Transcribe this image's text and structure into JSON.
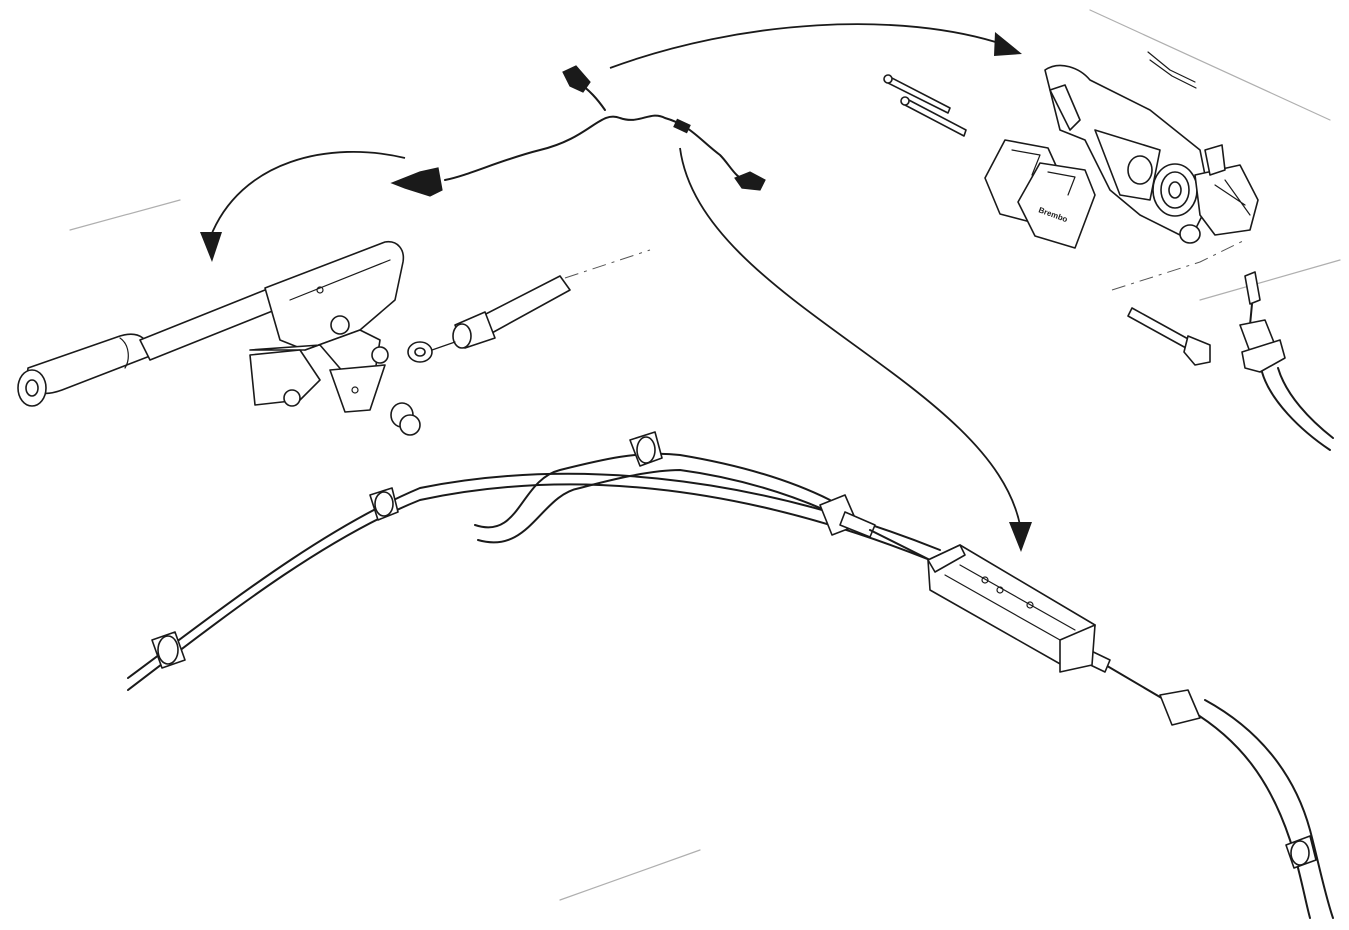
{
  "diagram": {
    "components": [
      {
        "id": "handbrake-lever",
        "icon": "hand-lever-icon"
      },
      {
        "id": "warning-switch-harness",
        "icon": "wire-harness-icon"
      },
      {
        "id": "caliper-assembly",
        "icon": "brake-caliper-icon"
      },
      {
        "id": "brake-pads",
        "icon": "brake-pad-icon"
      },
      {
        "id": "cable-equalizer",
        "icon": "equalizer-bracket-icon"
      },
      {
        "id": "front-cable",
        "icon": "cable-icon"
      },
      {
        "id": "rear-cable-left",
        "icon": "cable-icon"
      },
      {
        "id": "rear-cable-right",
        "icon": "cable-icon"
      },
      {
        "id": "mounting-bolt",
        "icon": "bolt-icon"
      },
      {
        "id": "guide-pins",
        "icon": "pin-icon"
      }
    ],
    "pad_logo_text": "Brembo",
    "line_color": "#1a1a1a",
    "background_color": "#ffffff"
  }
}
